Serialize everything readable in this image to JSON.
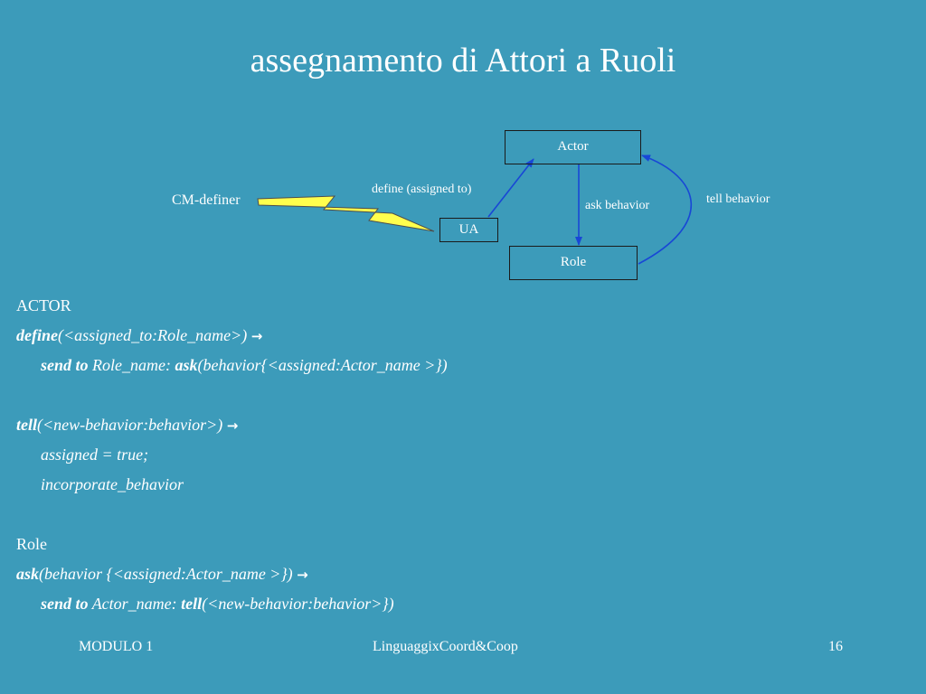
{
  "title": "assegnamento di Attori a Ruoli",
  "diagram": {
    "actor_label": "Actor",
    "ua_label": "UA",
    "role_label": "Role",
    "cm_definer_label": "CM-definer",
    "define_label": "define (assigned to)",
    "ask_label": "ask behavior",
    "tell_label": "tell behavior"
  },
  "code": {
    "actor_heading": "ACTOR",
    "define_kw": "define",
    "define_args": "(<assigned_to:Role_name>)",
    "arrow": "→",
    "send_to_kw": "send to",
    "role_name_txt": " Role_name: ",
    "ask_kw": "ask",
    "ask_args": "(behavior{<assigned:Actor_name >})",
    "tell_kw": "tell",
    "tell_args": "(<new-behavior:behavior>)",
    "assigned_true": "assigned = true;",
    "incorporate": "incorporate_behavior",
    "role_heading": "Role",
    "ask_args2": "(behavior {<assigned:Actor_name >})",
    "actor_name_txt": " Actor_name: ",
    "tell_args2": "(<new-behavior:behavior>})"
  },
  "footer": {
    "left": "MODULO 1",
    "center": "LinguaggixCoord&Coop",
    "page": "16"
  },
  "colors": {
    "background": "#3c9bba",
    "arrow": "#1847d6",
    "lightning": "#ffff4d",
    "text": "#ffffff"
  }
}
